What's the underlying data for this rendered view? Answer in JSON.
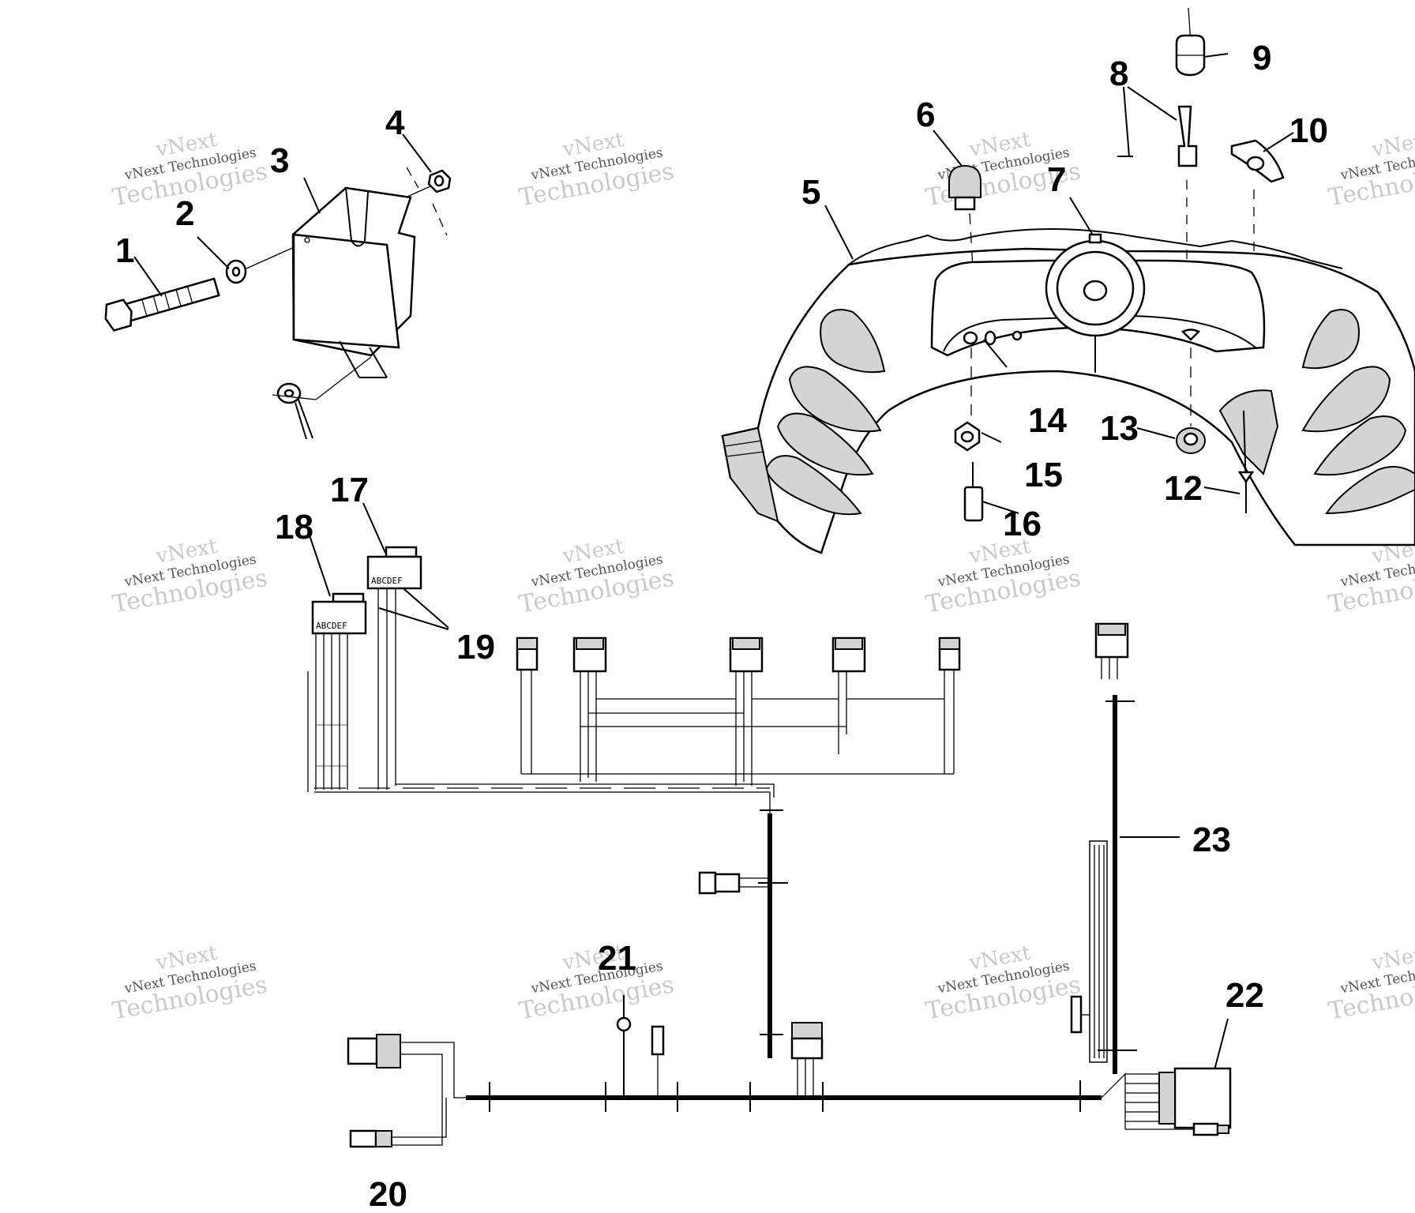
{
  "callouts": {
    "c1": "1",
    "c2": "2",
    "c3": "3",
    "c4": "4",
    "c5": "5",
    "c6": "6",
    "c7": "7",
    "c8": "8",
    "c9": "9",
    "c10": "10",
    "c12": "12",
    "c13": "13",
    "c14": "14",
    "c15": "15",
    "c16": "16",
    "c17": "17",
    "c18": "18",
    "c19": "19",
    "c20": "20",
    "c21": "21",
    "c22": "22",
    "c23": "23"
  },
  "watermark": {
    "line1": "vNext",
    "line2": "vNext Technologies",
    "line3": "Technologies"
  },
  "connector_pins": "ABCDEF"
}
